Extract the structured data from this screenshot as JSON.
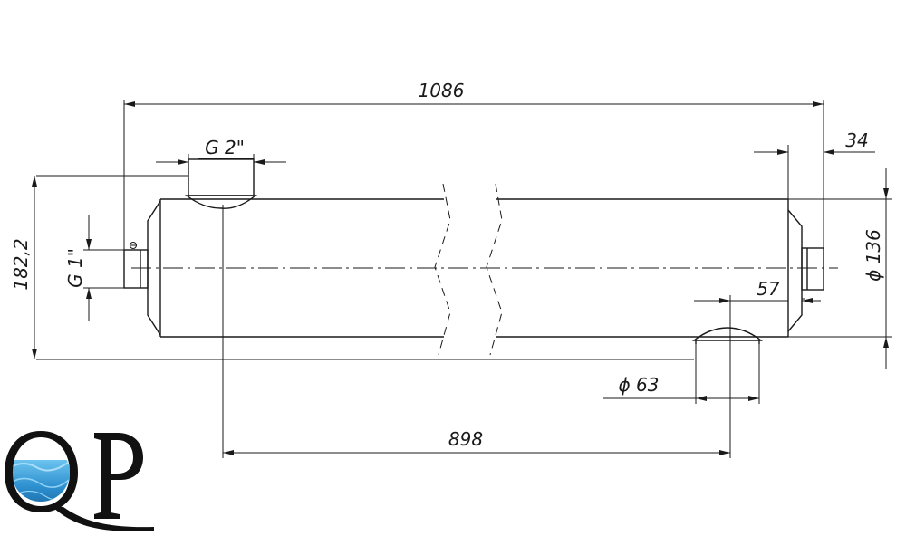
{
  "dimensions": {
    "overall_length": "1086",
    "outlet_thread": "G 2\"",
    "end_offset": "34",
    "height": "182,2",
    "inlet_thread": "G 1\"",
    "body_diameter": "ϕ 136",
    "port_offset": "57",
    "port_diameter": "ϕ 63",
    "port_spacing": "898"
  },
  "logo": {
    "text": "QP",
    "water_color": "#3aa3d8"
  },
  "colors": {
    "line": "#1a1a1a",
    "background": "#ffffff"
  }
}
